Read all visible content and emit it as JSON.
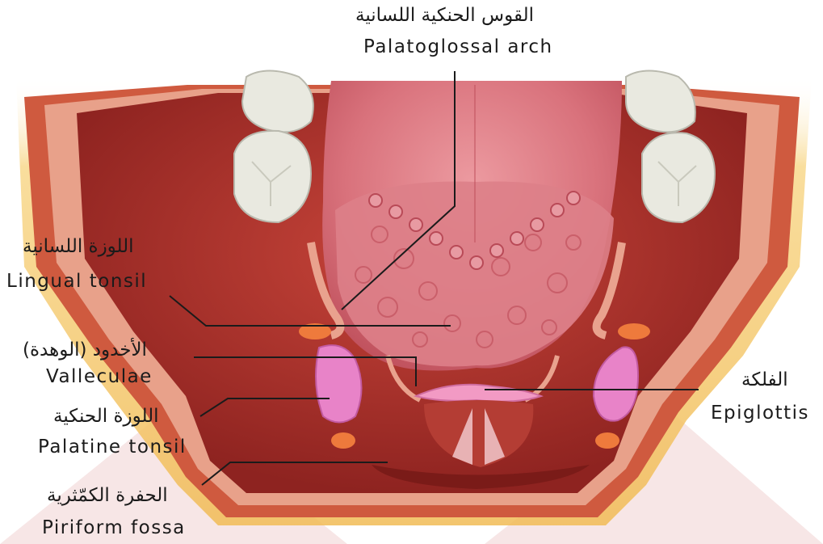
{
  "labels": {
    "palatoglossal_arch": {
      "arabic": "القوس الحنكية اللسانية",
      "english": "Palatoglossal arch"
    },
    "lingual_tonsil": {
      "arabic": "اللوزة اللسانية",
      "english": "Lingual tonsil"
    },
    "valleculae": {
      "arabic": "الأخدود (الوهدة)",
      "english": "Valleculae"
    },
    "palatine_tonsil": {
      "arabic": "اللوزة الحنكية",
      "english": "Palatine tonsil"
    },
    "piriform_fossa": {
      "arabic": "الحفرة الكمّثرية",
      "english": "Piriform fossa"
    },
    "epiglottis": {
      "arabic": "الفلكة",
      "english": "Epiglottis"
    }
  },
  "colors": {
    "tongue": "#d9727c",
    "tonsil": "#e883c8",
    "throat_dark": "#a8302b",
    "muscle": "#cf5a3f",
    "fat": "#f5c66a",
    "tooth": "#e9e9e0",
    "leader_line": "#1b1b1b",
    "watermark": "#f6e3e3"
  }
}
